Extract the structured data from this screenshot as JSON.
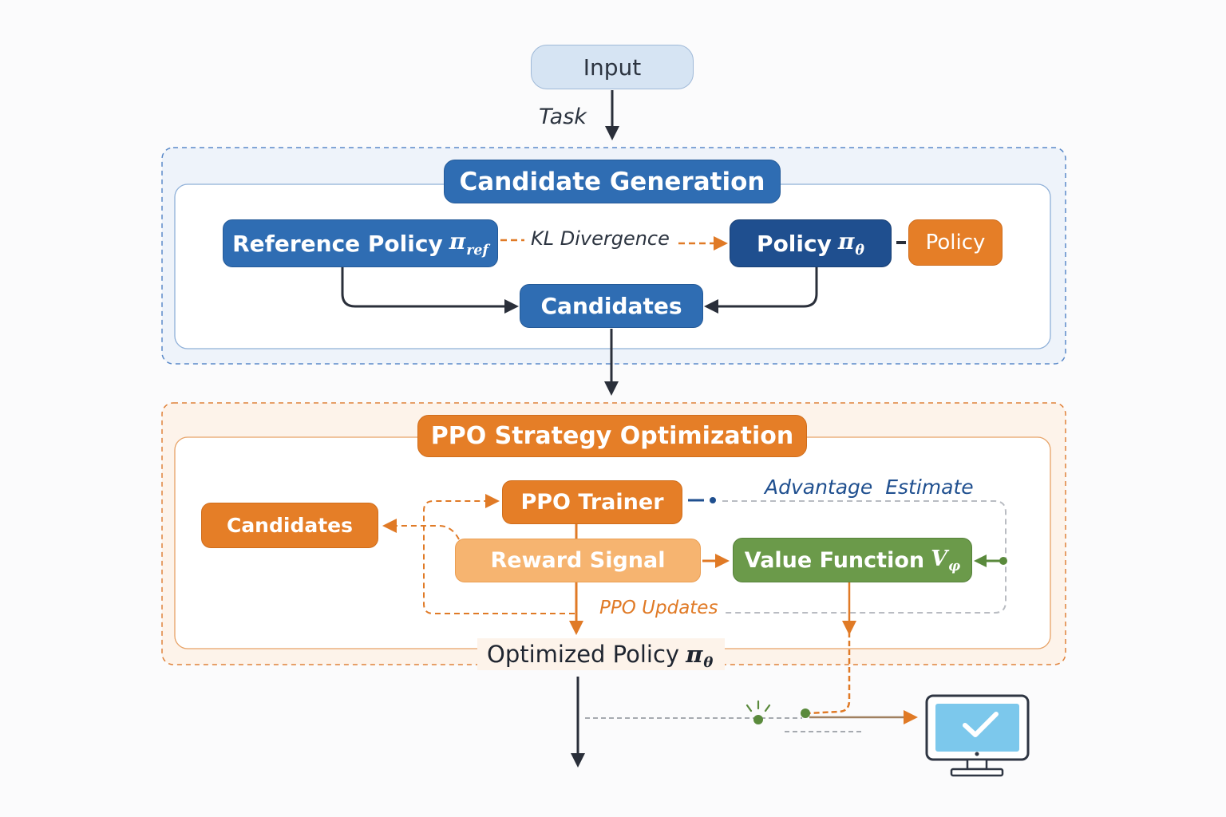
{
  "input": {
    "label": "Input"
  },
  "task_label": "Task",
  "candidate_generation": {
    "title": "Candidate Generation",
    "reference_policy": {
      "text": "Reference Policy",
      "symbol": "π",
      "subscript": "ref"
    },
    "kl_label": "KL Divergence",
    "policy": {
      "text": "Policy",
      "symbol": "π",
      "subscript": "θ"
    },
    "policy_tag": "Policy",
    "candidates": "Candidates"
  },
  "ppo_optimization": {
    "title": "PPO Strategy Optimization",
    "candidates": "Candidates",
    "ppo_trainer": "PPO Trainer",
    "advantage_estimate_1": "Advantage",
    "advantage_estimate_2": "Estimate",
    "reward_signal": "Reward Signal",
    "value_function": {
      "text": "Value Function",
      "symbol": "V",
      "subscript": "φ"
    },
    "ppo_updates": "PPO Updates"
  },
  "output": {
    "text": "Optimized Policy",
    "symbol": "π",
    "subscript": "θ"
  },
  "colors": {
    "blue_group": "#5b8ac9",
    "orange_group": "#e0823a",
    "arrow_dark": "#2a2f3a",
    "arrow_orange": "#e07a26",
    "green": "#5a8a3c",
    "navy_text": "#1f4f8f"
  },
  "icons": [
    "monitor-checkmark-icon",
    "spark-icon"
  ]
}
